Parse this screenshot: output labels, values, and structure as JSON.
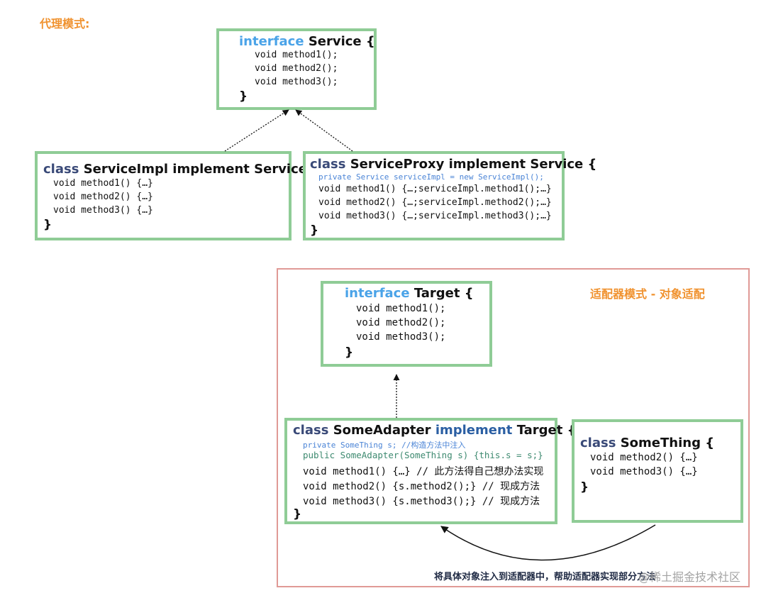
{
  "proxy": {
    "heading": "代理模式:",
    "service": {
      "keyword": "interface",
      "name": "Service {",
      "methods": [
        "void method1();",
        "void method2();",
        "void method3();"
      ],
      "close": "}"
    },
    "impl": {
      "keyword": "class",
      "name": "ServiceImpl implement Service {",
      "methods": [
        "void method1() {…}",
        "void method2() {…}",
        "void method3() {…}"
      ],
      "close": "}"
    },
    "proxy_class": {
      "keyword": "class",
      "name": "ServiceProxy implement Service {",
      "field": "private Service serviceImpl = new ServiceImpl();",
      "methods": [
        "void method1() {…;serviceImpl.method1();…}",
        "void method2() {…;serviceImpl.method2();…}",
        "void method3() {…;serviceImpl.method3();…}"
      ],
      "close": "}"
    }
  },
  "adapter": {
    "heading": "适配器模式 - 对象适配",
    "target": {
      "keyword": "interface",
      "name": "Target {",
      "methods": [
        "void method1();",
        "void method2();",
        "void method3();"
      ],
      "close": "}"
    },
    "some_adapter": {
      "keyword": "class",
      "name": "SomeAdapter",
      "implement": "implement",
      "target": "Target {",
      "field": "private SomeThing s; //构造方法中注入",
      "constructor": "public SomeAdapter(SomeThing s) {this.s = s;}",
      "methods": [
        "void method1() {…} // 此方法得自己想办法实现",
        "void method2() {s.method2();} // 现成方法",
        "void method3() {s.method3();} // 现成方法"
      ],
      "close": "}"
    },
    "something": {
      "keyword": "class",
      "name": "SomeThing {",
      "methods": [
        "void method2() {…}",
        "void method3() {…}"
      ],
      "close": "}"
    },
    "note": "将具体对象注入到适配器中，帮助适配器实现部分方法"
  },
  "watermark": "@稀土掘金技术社区",
  "colors": {
    "box_border": "#8fcc96",
    "frame_border": "#e09a96",
    "heading": "#f0922f",
    "interface_keyword": "#4aa3e8",
    "class_keyword": "#3a4a78"
  }
}
